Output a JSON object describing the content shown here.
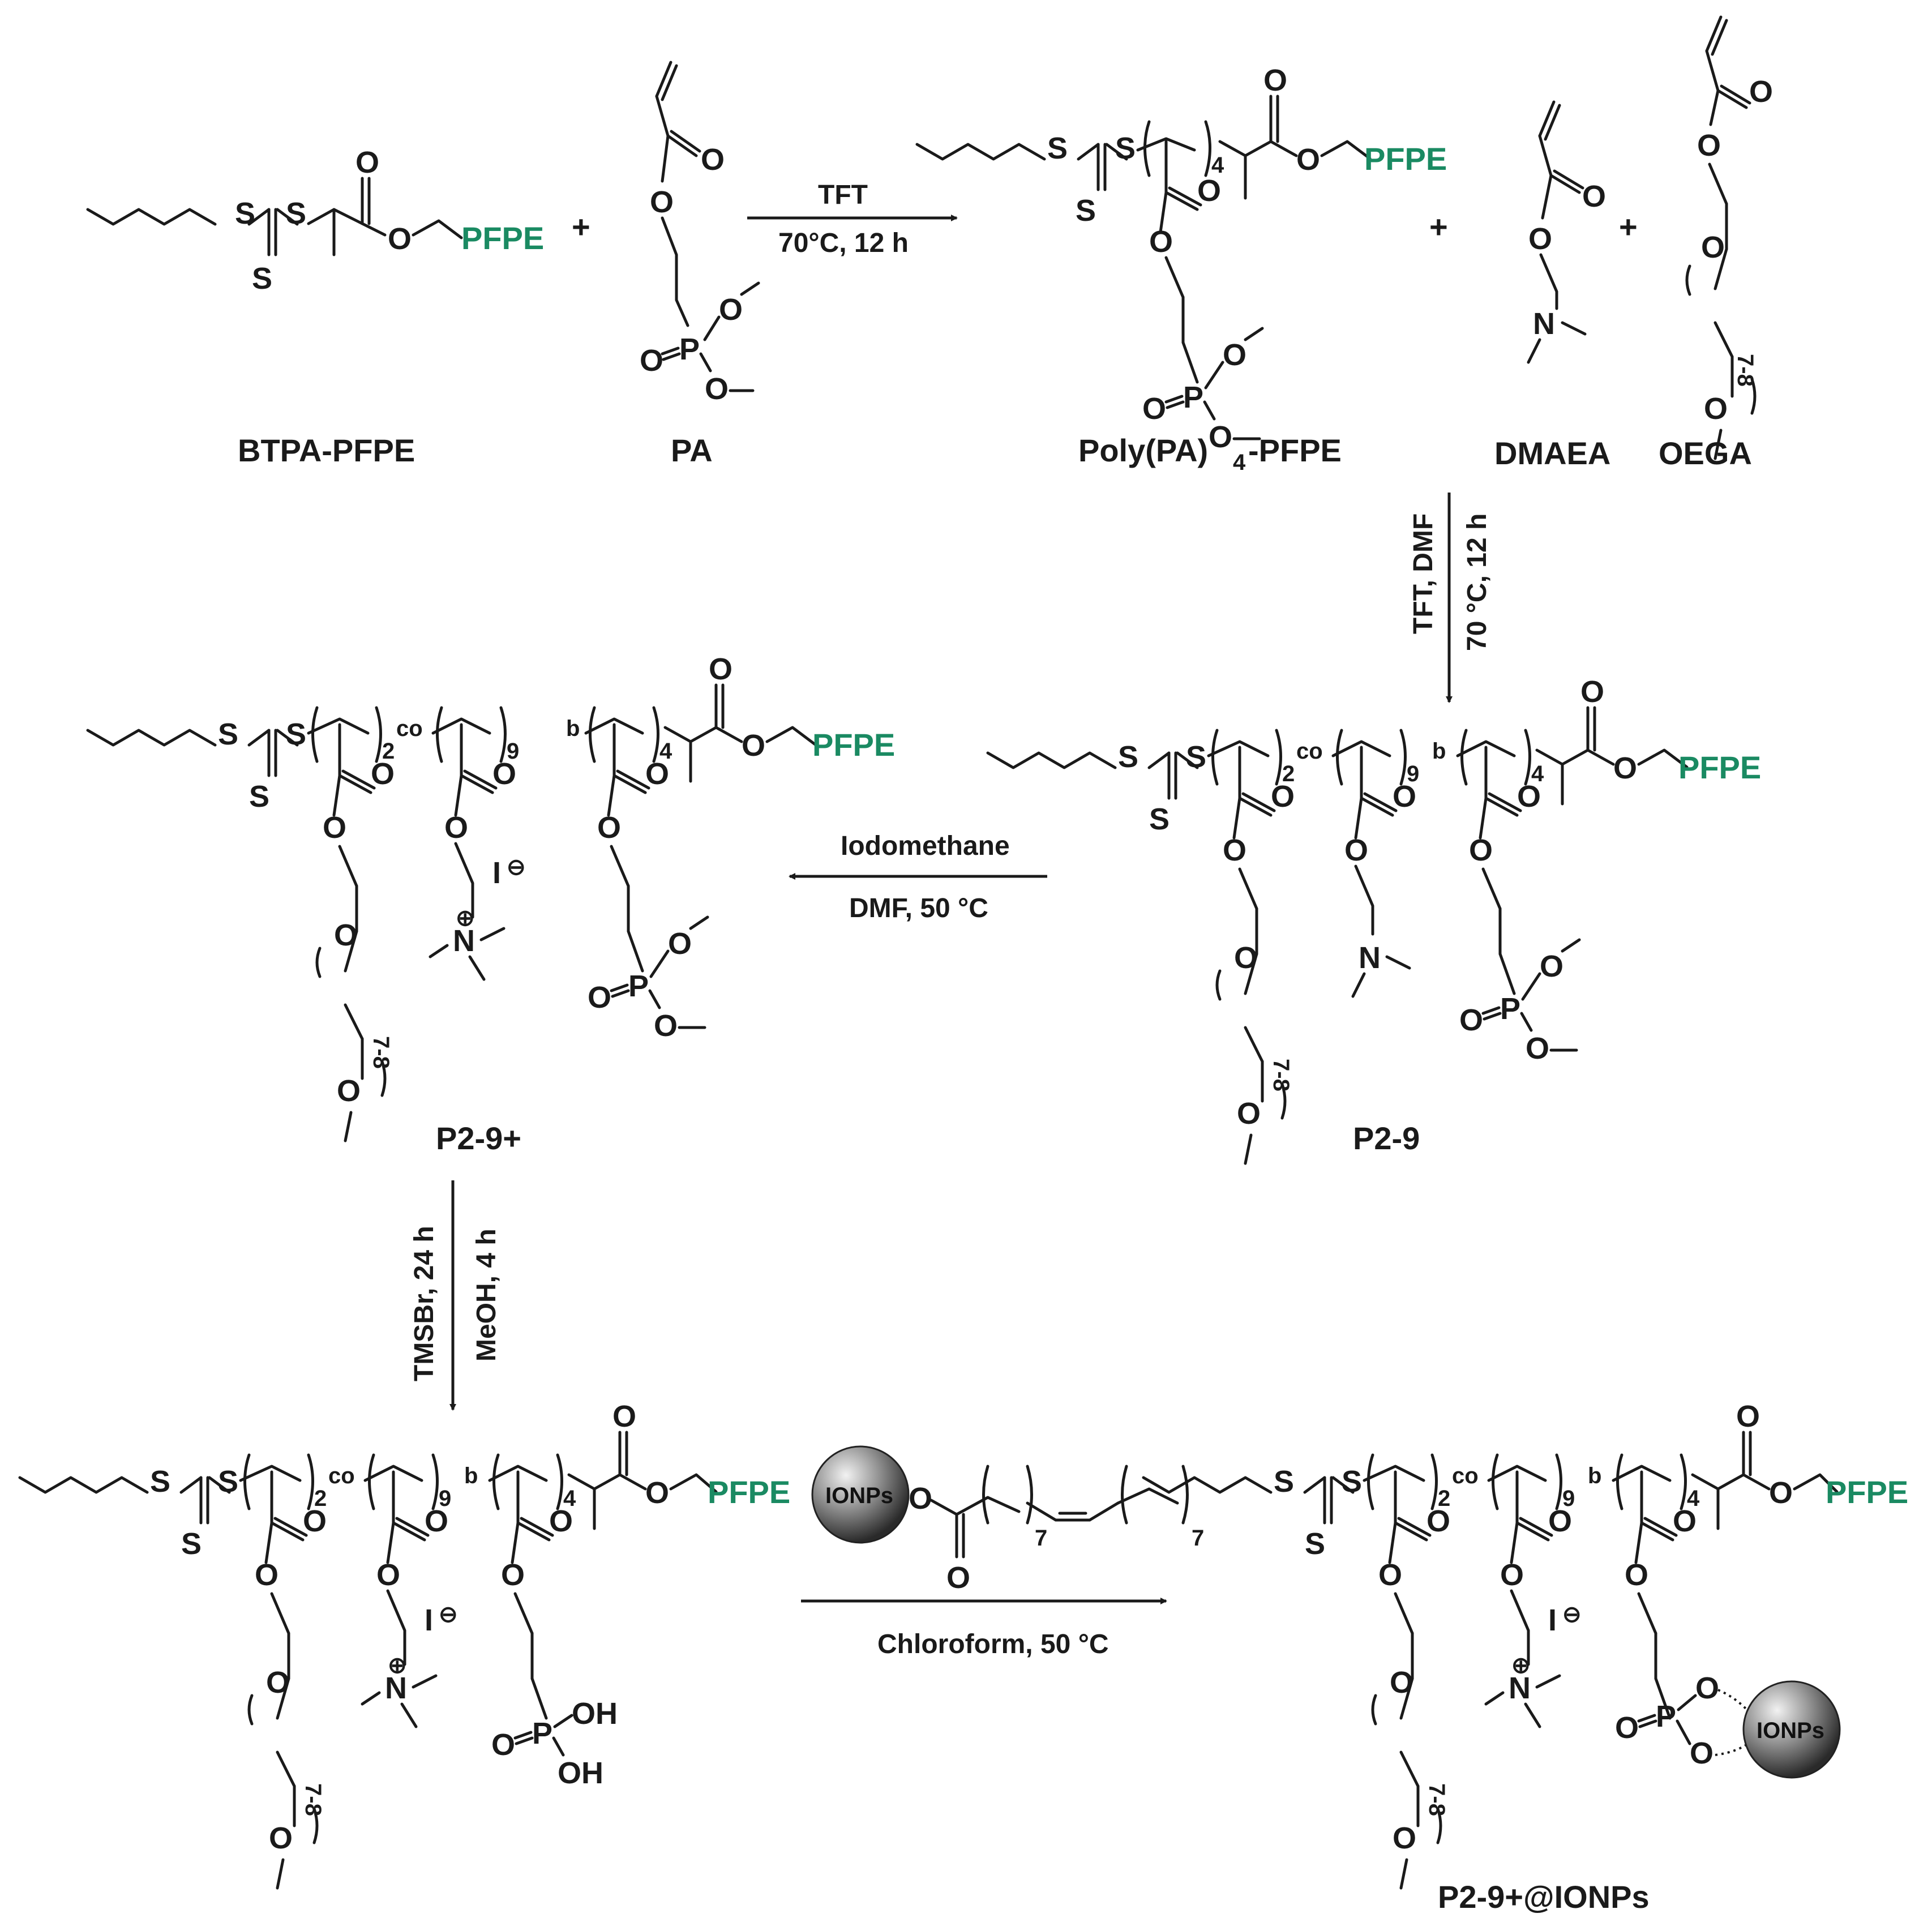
{
  "compounds": {
    "btpa_pfpe": "BTPA-PFPE",
    "pa": "PA",
    "poly_pa4_pfpe_main": "Poly(PA)",
    "poly_pa4_pfpe_sub": "4",
    "poly_pa4_pfpe_end": "-PFPE",
    "dmaea": "DMAEA",
    "oega": "OEGA",
    "p29": "P2-9",
    "p29plus": "P2-9+",
    "p29plus_ionps": "P2-9+@IONPs"
  },
  "conditions": {
    "step1_top": "TFT",
    "step1_bottom": "70°C, 12 h",
    "step2_left": "TFT, DMF",
    "step2_right": "70 °C, 12 h",
    "step3_top": "Iodomethane",
    "step3_bottom": "DMF,  50 °C",
    "step4_left": "TMSBr, 24 h",
    "step4_right": "MeOH, 4 h",
    "step5_bottom": "Chloroform, 50 °C"
  },
  "atoms": {
    "S": "S",
    "O": "O",
    "P": "P",
    "N": "N",
    "I": "I",
    "OH": "OH",
    "plus": "+",
    "pfpe": "PFPE",
    "minus_charge": "⊖",
    "plus_charge": "⊕"
  },
  "repeats": {
    "n4": "4",
    "n2": "2",
    "n9": "9",
    "n78": "7-8",
    "n7": "7",
    "co": "co",
    "b": "b"
  },
  "nanoparticle": {
    "label": "IONPs"
  },
  "colors": {
    "pfpe": "#1a8a62",
    "ink": "#1a1a1a"
  }
}
